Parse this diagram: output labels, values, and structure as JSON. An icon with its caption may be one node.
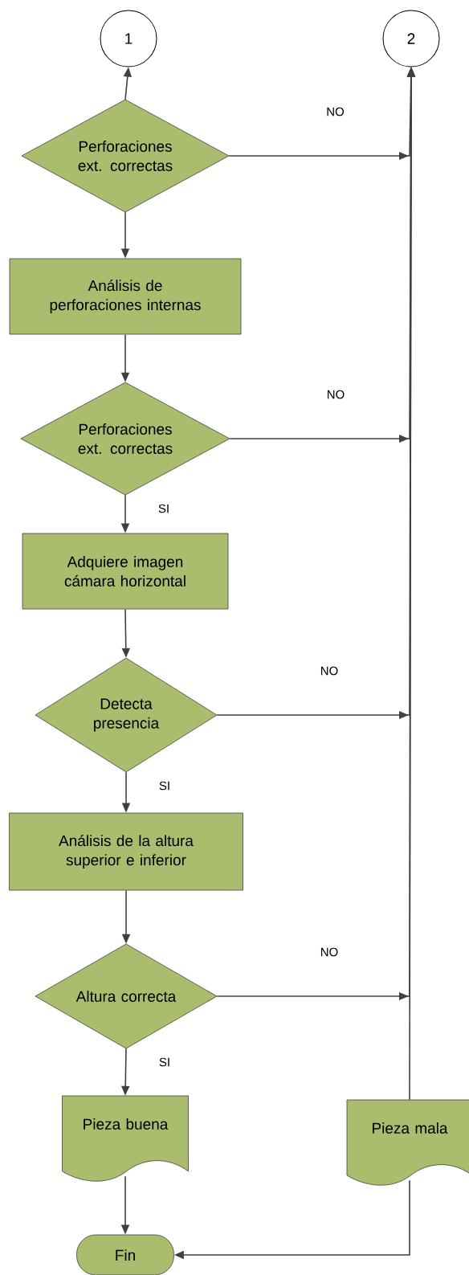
{
  "diagram": {
    "nodes": [
      {
        "text": [
          "1"
        ]
      },
      {
        "text": [
          "2"
        ]
      },
      {
        "text": [
          "Perforaciones ext. correctas"
        ]
      },
      {
        "text": [
          "Análisis de perforaciones internas"
        ]
      },
      {
        "text": [
          "Perforaciones ext. correctas"
        ]
      },
      {
        "text": [
          "Adquiere imagen cámara horizontal"
        ]
      },
      {
        "text": [
          "Detecta presencia"
        ]
      },
      {
        "text": [
          "Análisis de la altura superior e inferior"
        ]
      },
      {
        "text": [
          "Altura correcta"
        ]
      },
      {
        "text": [
          "Pieza buena"
        ]
      },
      {
        "text": [
          "Pieza mala"
        ]
      },
      {
        "text": [
          "Fin"
        ]
      }
    ],
    "edges": [
      {
        "from": 2,
        "to": 0,
        "arrow": "to"
      },
      {
        "from": 2,
        "to": 3,
        "arrow": "to"
      },
      {
        "from": 2,
        "to": 1,
        "arrow": "to",
        "label": "NO"
      },
      {
        "from": 3,
        "to": 4,
        "arrow": "to"
      },
      {
        "from": 4,
        "to": 5,
        "arrow": "to",
        "label": "SI"
      },
      {
        "from": 4,
        "to": 1,
        "arrow": "to",
        "label": "NO"
      },
      {
        "from": 5,
        "to": 6,
        "arrow": "to"
      },
      {
        "from": 6,
        "to": 7,
        "arrow": "to",
        "label": "SI"
      },
      {
        "from": 6,
        "to": 1,
        "arrow": "to",
        "label": "NO"
      },
      {
        "from": 7,
        "to": 8,
        "arrow": "to"
      },
      {
        "from": 8,
        "to": 9,
        "arrow": "to",
        "label": "SI"
      },
      {
        "from": 8,
        "to": 1,
        "arrow": "to",
        "label": "NO"
      },
      {
        "from": 10,
        "to": 1,
        "arrow": "to"
      },
      {
        "from": 9,
        "to": 11,
        "arrow": "to"
      },
      {
        "from": 10,
        "to": 11,
        "arrow": "to"
      }
    ]
  }
}
